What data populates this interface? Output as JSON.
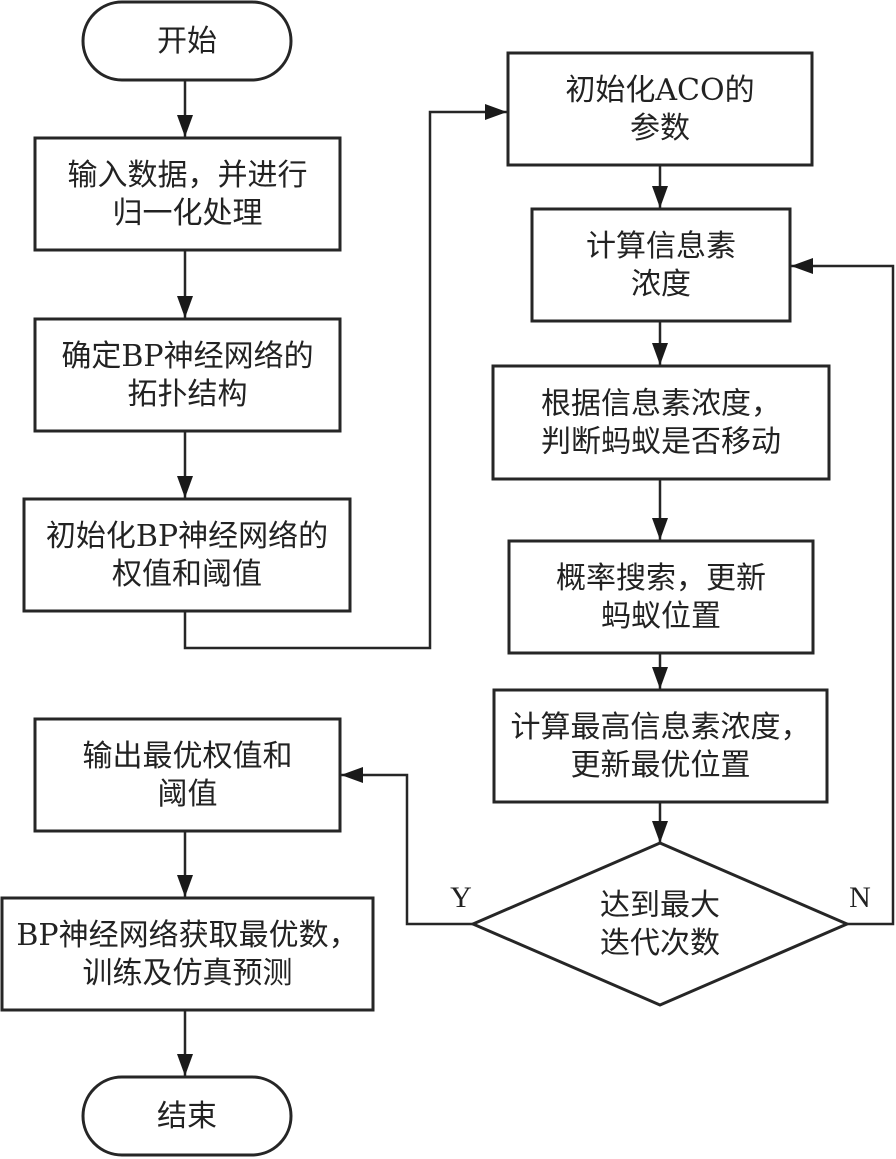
{
  "diagram": {
    "type": "flowchart",
    "colors": {
      "stroke": "#262626",
      "text": "#222222",
      "background": "#ffffff"
    },
    "nodes": {
      "start": {
        "shape": "terminal",
        "lines": [
          "开始"
        ]
      },
      "input_data": {
        "shape": "process",
        "lines": [
          "输入数据，并进行",
          "归一化处理"
        ]
      },
      "bp_topology": {
        "shape": "process",
        "lines": [
          "确定BP神经网络的",
          "拓扑结构"
        ]
      },
      "bp_init": {
        "shape": "process",
        "lines": [
          "初始化BP神经网络的",
          "权值和阈值"
        ]
      },
      "aco_init": {
        "shape": "process",
        "lines": [
          "初始化ACO的",
          "参数"
        ]
      },
      "pheromone": {
        "shape": "process",
        "lines": [
          "计算信息素",
          "浓度"
        ]
      },
      "ant_move": {
        "shape": "process",
        "lines": [
          "根据信息素浓度，",
          "判断蚂蚁是否移动"
        ]
      },
      "prob_search": {
        "shape": "process",
        "lines": [
          "概率搜索，更新",
          "蚂蚁位置"
        ]
      },
      "max_pheromone": {
        "shape": "process",
        "lines": [
          "计算最高信息素浓度，",
          "更新最优位置"
        ]
      },
      "max_iter": {
        "shape": "decision",
        "lines": [
          "达到最大",
          "迭代次数"
        ]
      },
      "output_best": {
        "shape": "process",
        "lines": [
          "输出最优权值和",
          "阈值"
        ]
      },
      "bp_train": {
        "shape": "process",
        "lines": [
          "BP神经网络获取最优数，",
          "训练及仿真预测"
        ]
      },
      "end": {
        "shape": "terminal",
        "lines": [
          "结束"
        ]
      }
    },
    "edges": [
      {
        "from": "start",
        "to": "input_data",
        "label": ""
      },
      {
        "from": "input_data",
        "to": "bp_topology",
        "label": ""
      },
      {
        "from": "bp_topology",
        "to": "bp_init",
        "label": ""
      },
      {
        "from": "bp_init",
        "to": "aco_init",
        "label": ""
      },
      {
        "from": "aco_init",
        "to": "pheromone",
        "label": ""
      },
      {
        "from": "pheromone",
        "to": "ant_move",
        "label": ""
      },
      {
        "from": "ant_move",
        "to": "prob_search",
        "label": ""
      },
      {
        "from": "prob_search",
        "to": "max_pheromone",
        "label": ""
      },
      {
        "from": "max_pheromone",
        "to": "max_iter",
        "label": ""
      },
      {
        "from": "max_iter",
        "to": "output_best",
        "label": "Y"
      },
      {
        "from": "max_iter",
        "to": "pheromone",
        "label": "N"
      },
      {
        "from": "output_best",
        "to": "bp_train",
        "label": ""
      },
      {
        "from": "bp_train",
        "to": "end",
        "label": ""
      }
    ],
    "branch_labels": {
      "yes": "Y",
      "no": "N"
    }
  }
}
